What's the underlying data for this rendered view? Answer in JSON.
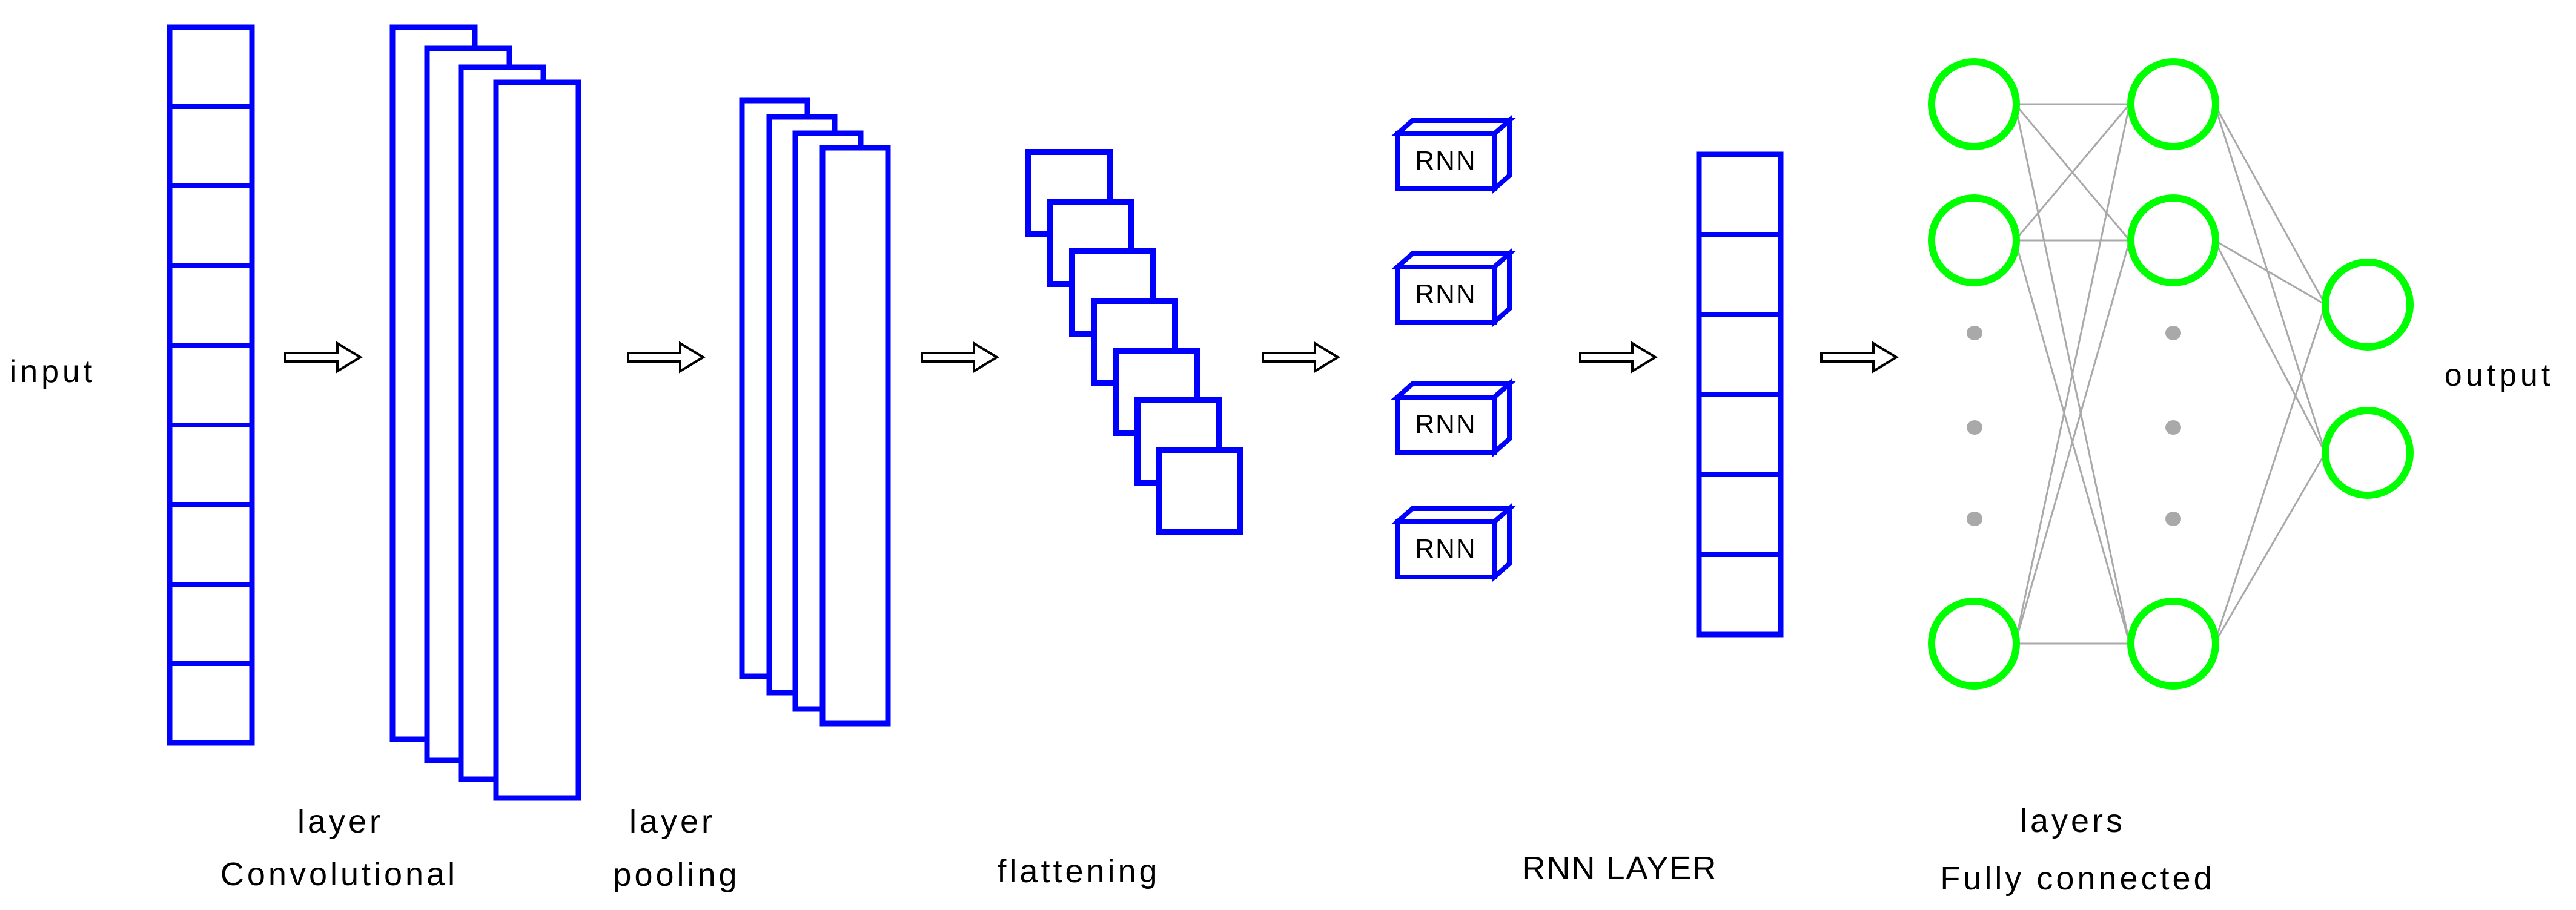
{
  "labels": {
    "input": "input",
    "output": "output",
    "convolutional_line1": "layer",
    "convolutional_line2": "Convolutional",
    "pooling_line1": "layer",
    "pooling_line2": "pooling",
    "flattening": "flattening",
    "rnn_layer": "RNN LAYER",
    "fully_connected_line1": "layers",
    "fully_connected_line2": "Fully connected"
  },
  "rnn_layer": {
    "boxes": [
      "RNN",
      "RNN",
      "RNN",
      "RNN"
    ]
  },
  "structure": {
    "input_vector_cells": 9,
    "convolutional_feature_maps": 4,
    "pooling_feature_maps": 4,
    "flattening_tiles": 7,
    "rnn_units": 4,
    "post_rnn_vector_cells": 6,
    "fully_connected_columns": 2,
    "fc_visible_nodes_per_column": 3,
    "fc_ellipsis_dots_per_column": 3,
    "output_nodes": 2,
    "flow_arrows": 6
  },
  "colors": {
    "shape_blue": "#0000FF",
    "node_green": "#00FF00",
    "connection_gray": "#A9A9A9",
    "text_black": "#000000",
    "background": "#FFFFFF"
  }
}
